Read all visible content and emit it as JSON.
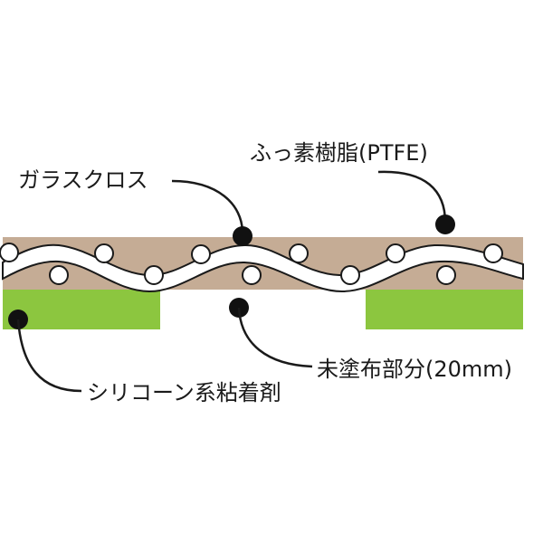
{
  "labels": {
    "ptfe": "ふっ素樹脂(PTFE)",
    "glass_cloth": "ガラスクロス",
    "uncoated": "未塗布部分(20mm)",
    "silicone_adhesive": "シリコーン系粘着剤"
  },
  "colors": {
    "ptfe_layer": "#c5ac95",
    "adhesive": "#8cc63f",
    "glass_fiber": "#ffffff",
    "outline": "#1a1a1a",
    "marker": "#111111"
  }
}
